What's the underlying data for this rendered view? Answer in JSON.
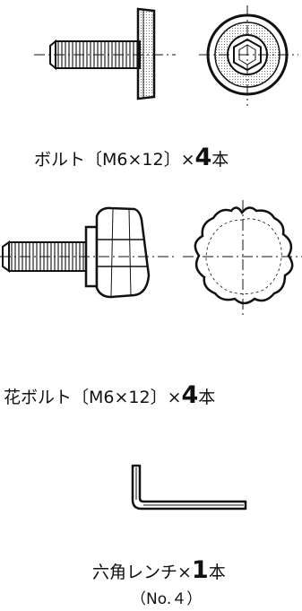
{
  "parts": [
    {
      "name_before": "ボルト〔M6×12〕×",
      "count": "4",
      "unit": "本"
    },
    {
      "name_before": "花ボルト〔M6×12〕×",
      "count": "4",
      "unit": "本"
    },
    {
      "name_before": "六角レンチ×",
      "count": "1",
      "unit": "本",
      "note": "（No.４）"
    }
  ]
}
